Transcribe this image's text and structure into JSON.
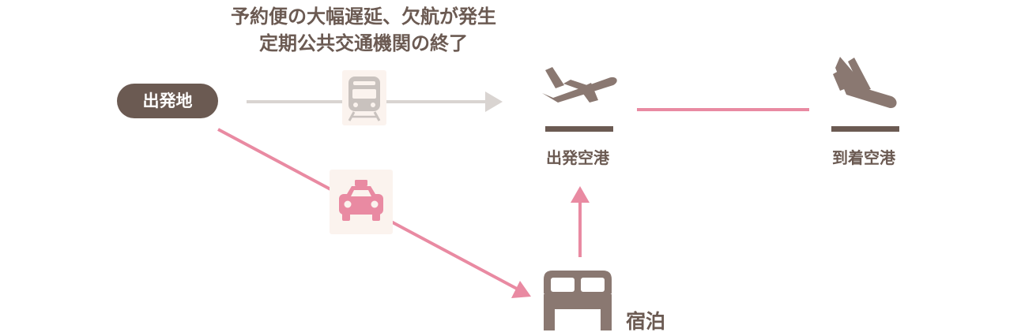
{
  "note": {
    "line1": "予約便の大幅遅延、欠航が発生",
    "line2": "定期公共交通機関の終了"
  },
  "nodes": {
    "origin": "出発地",
    "departure_airport": "出発空港",
    "arrival_airport": "到着空港",
    "hotel": "宿泊"
  },
  "icons": {
    "train": "train-icon",
    "taxi": "taxi-icon",
    "takeoff": "airplane-takeoff-icon",
    "landing": "airplane-landing-icon",
    "bed": "bed-icon"
  },
  "colors": {
    "brown": "#6b5a52",
    "icon_brown": "#8a7871",
    "pink": "#e98aa2",
    "gray_path": "#d9d4d1",
    "icon_tile": "#fbf3ee",
    "train_icon": "#c9c2be"
  }
}
